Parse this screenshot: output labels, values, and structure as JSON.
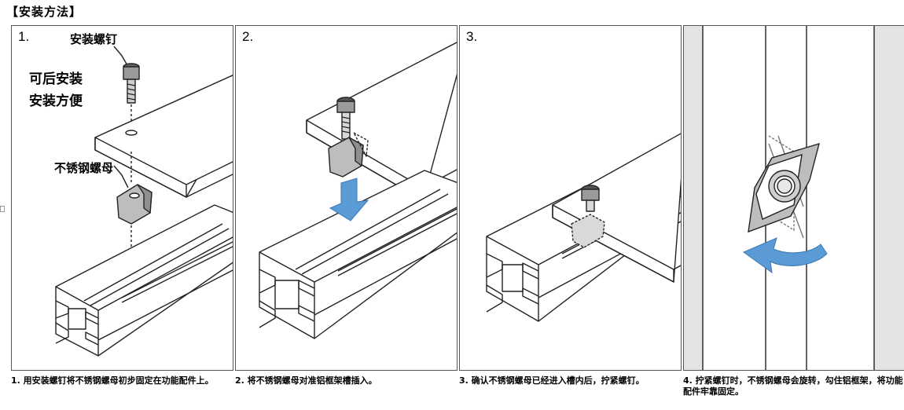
{
  "title": "【安装方法】",
  "steps": [
    {
      "num": "1.",
      "labels": {
        "screw": "安装螺钉",
        "note_line1": "可后安装",
        "note_line2": "安装方便",
        "nut": "不锈钢螺母"
      },
      "caption": "1. 用安装螺钉将不锈钢螺母初步固定在功能配件上。"
    },
    {
      "num": "2.",
      "caption": "2. 将不锈钢螺母对准铝框架槽插入。"
    },
    {
      "num": "3.",
      "caption": "3. 确认不锈钢螺母已经进入槽内后，拧紧螺钉。"
    },
    {
      "num": "4.",
      "caption": "4. 拧紧螺钉时，不锈钢螺母会旋转，勾住铝框架，将功能配件牢靠固定。"
    }
  ],
  "colors": {
    "arrow": "#5b9bd5",
    "nut_fill": "#bdbdbd",
    "line": "#222222"
  }
}
